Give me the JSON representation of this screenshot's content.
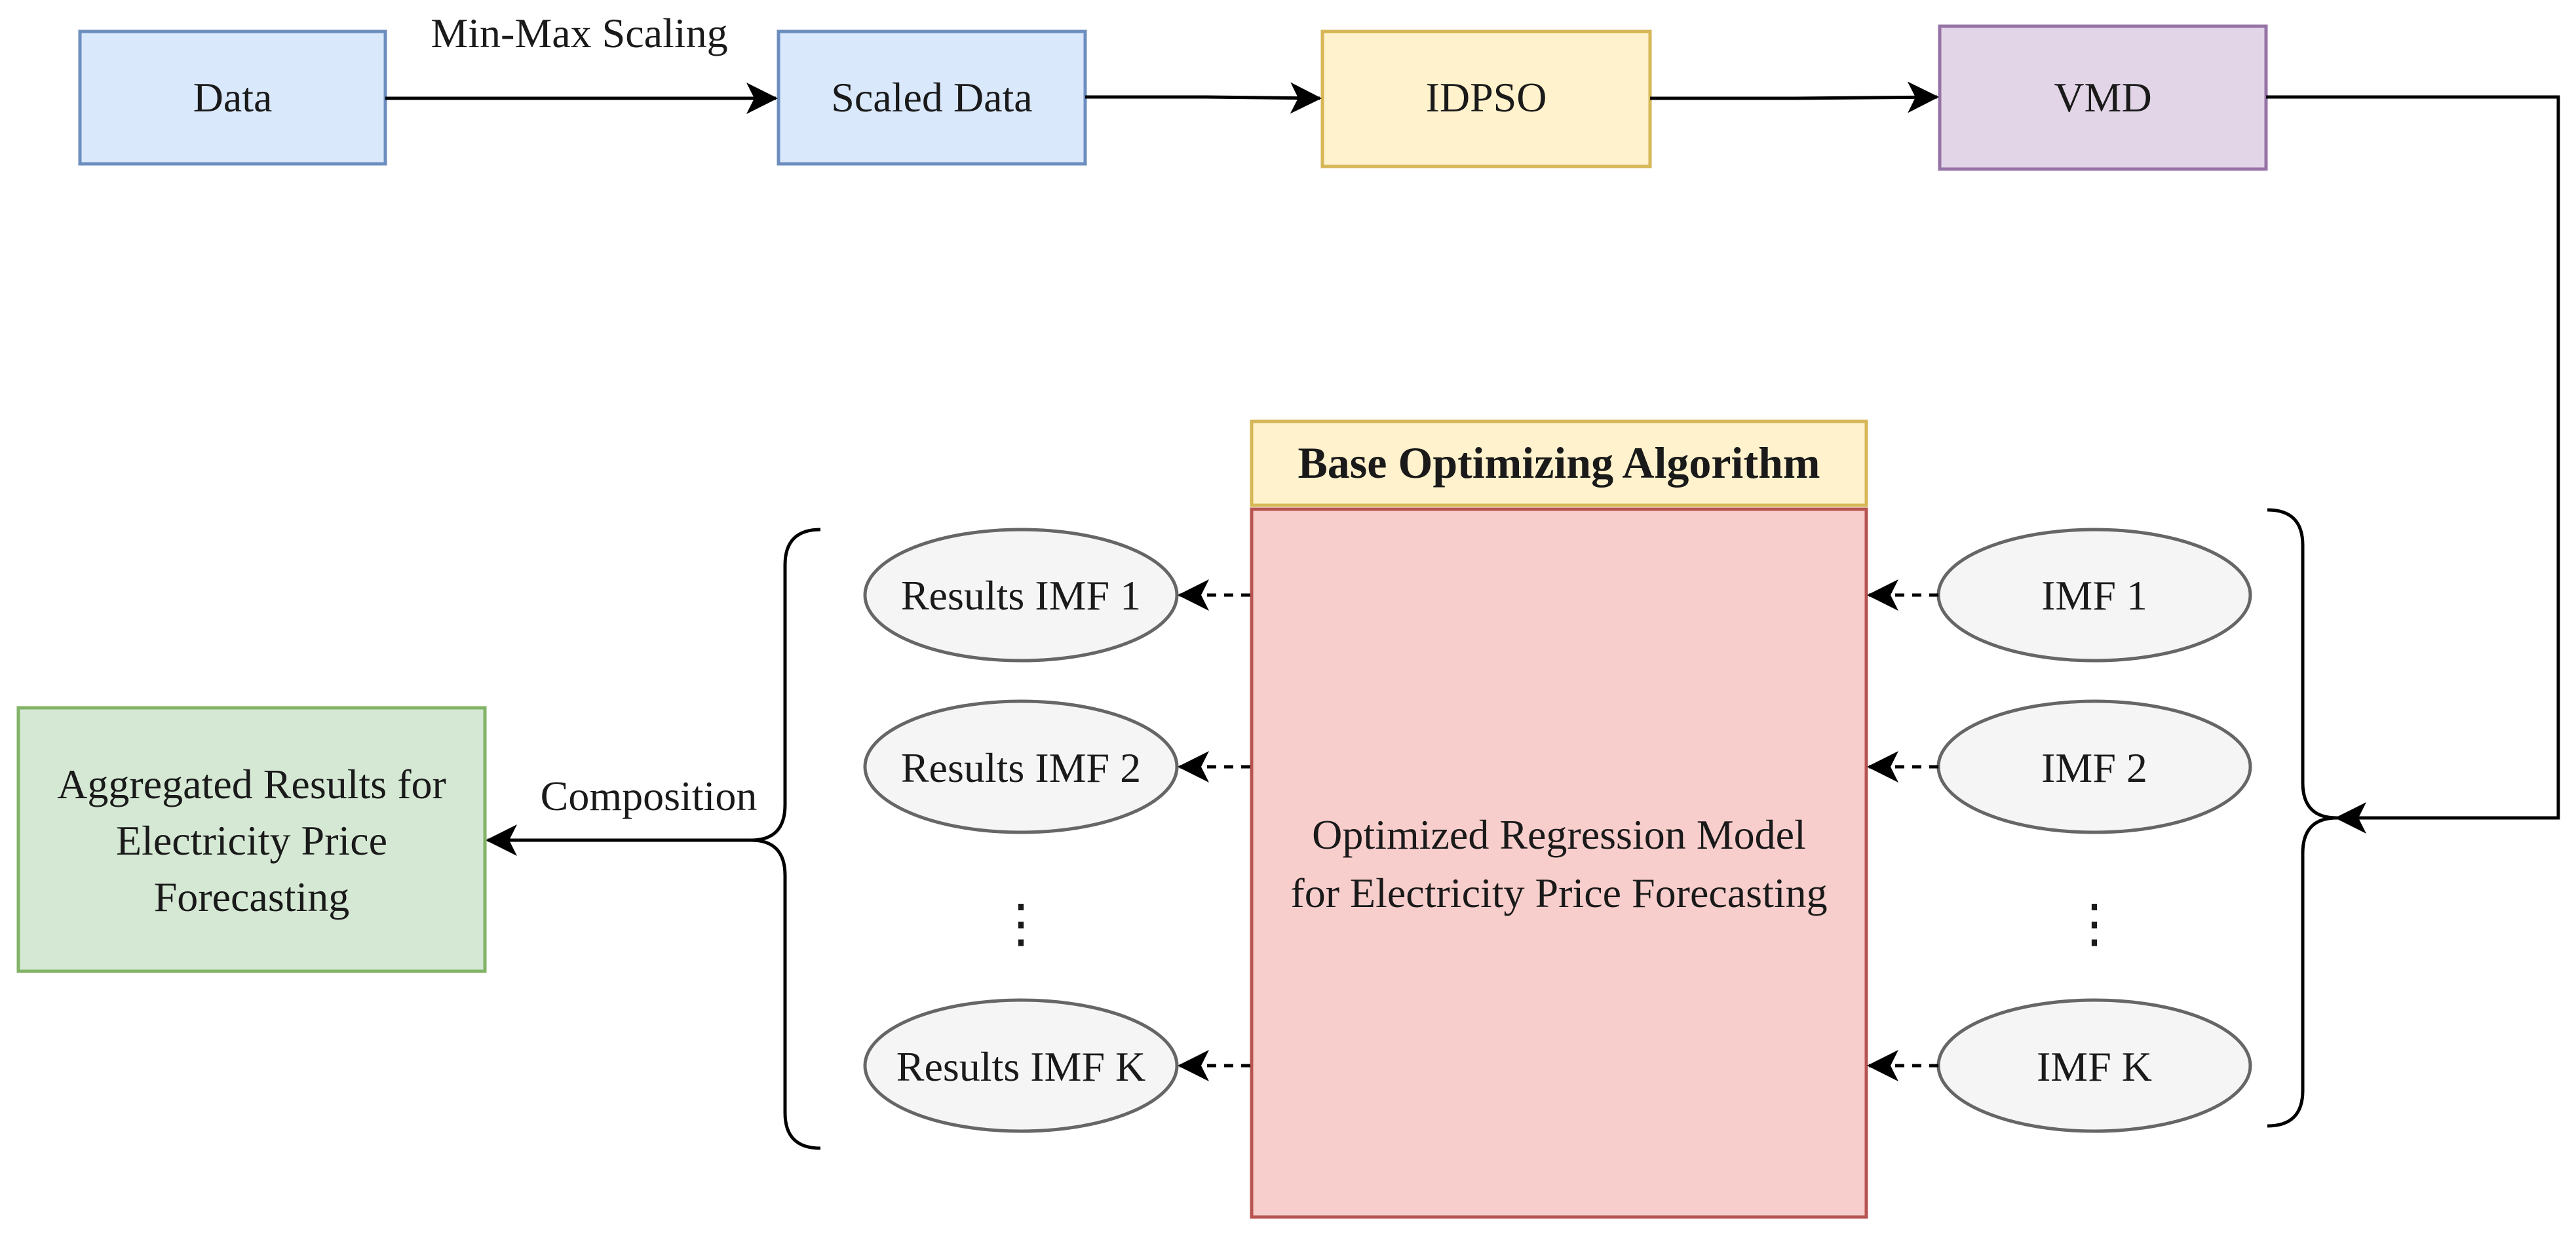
{
  "nodes": {
    "data": "Data",
    "scaled_data": "Scaled Data",
    "idpso": "IDPSO",
    "vmd": "VMD",
    "base_algorithm": "Base Optimizing Algorithm",
    "regression_model": [
      "Optimized Regression Model",
      "for Electricity Price Forecasting"
    ],
    "imf_1": "IMF 1",
    "imf_2": "IMF 2",
    "imf_dots": "⋮",
    "imf_k": "IMF K",
    "results_1": "Results IMF 1",
    "results_2": "Results IMF 2",
    "results_dots": "⋮",
    "results_k": "Results IMF K",
    "aggregated": [
      "Aggregated Results for",
      "Electricity Price",
      "Forecasting"
    ]
  },
  "edges": {
    "scaling_label": "Min-Max Scaling",
    "composition_label": "Composition"
  },
  "colors": {
    "blue_fill": "#dae8fc",
    "blue_stroke": "#6c8ebf",
    "yellow_fill": "#fff2cc",
    "yellow_stroke": "#d6b656",
    "purple_fill": "#e1d5e7",
    "purple_stroke": "#9673a6",
    "red_fill": "#f8cecc",
    "red_stroke": "#b85450",
    "green_fill": "#d5e8d4",
    "green_stroke": "#82b366",
    "ellipse_fill": "#f5f5f5",
    "ellipse_stroke": "#666666"
  }
}
